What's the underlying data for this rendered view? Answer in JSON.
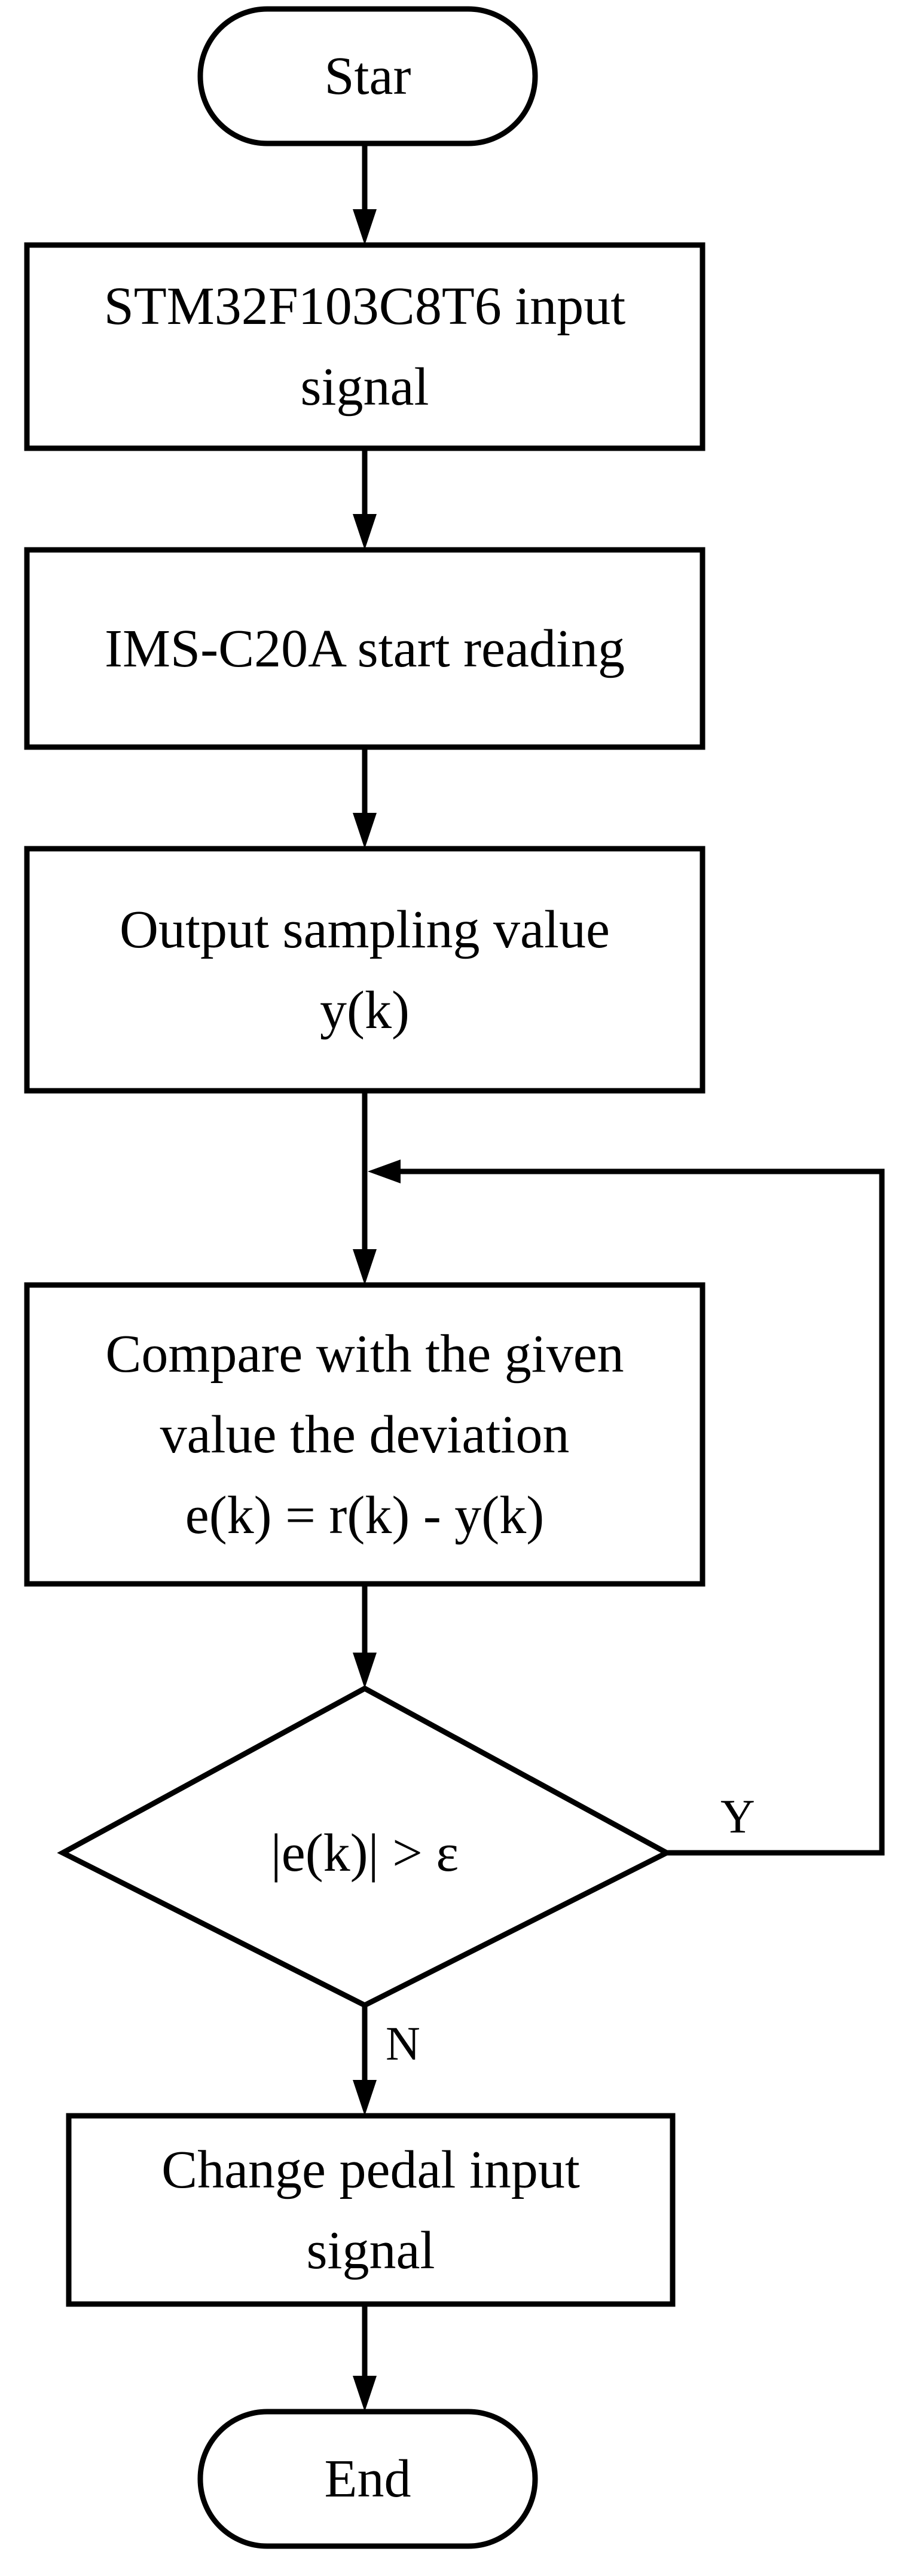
{
  "flowchart": {
    "start": {
      "text": "Star"
    },
    "input_signal": {
      "lines": [
        "STM32F103C8T6 input",
        "signal"
      ]
    },
    "start_reading": {
      "lines": [
        "IMS-C20A start reading"
      ]
    },
    "output_sampling": {
      "lines": [
        "Output sampling value",
        "y(k)"
      ]
    },
    "compare": {
      "lines": [
        "Compare with the given",
        "value the deviation",
        "e(k) = r(k) - y(k)"
      ]
    },
    "decision": {
      "text": "|e(k)| >  ε"
    },
    "yes_branch": {
      "text": "Y"
    },
    "no_branch": {
      "text": "N"
    },
    "change_signal": {
      "lines": [
        "Change pedal input",
        "signal"
      ]
    },
    "end": {
      "text": "End"
    }
  },
  "colors": {
    "line": "#000000",
    "background": "#ffffff"
  }
}
